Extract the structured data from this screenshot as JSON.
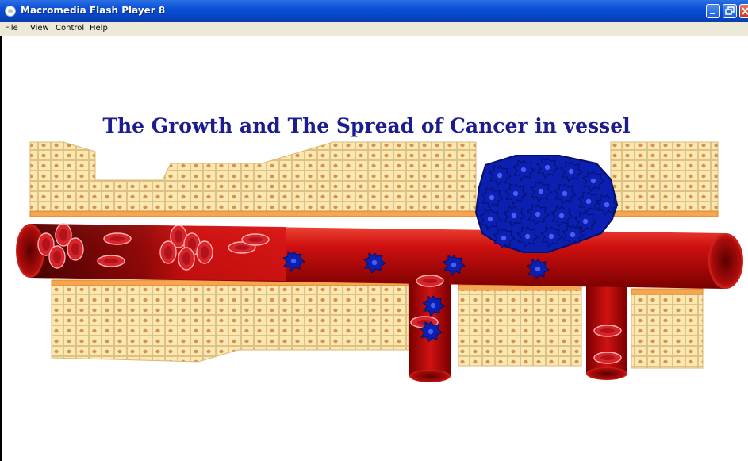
{
  "window": {
    "title": "Macromedia Flash Player 8",
    "controls": [
      "minimize",
      "restore",
      "close"
    ]
  },
  "menu": {
    "items": [
      {
        "label": "File"
      },
      {
        "label": "View"
      },
      {
        "label": "Control"
      },
      {
        "label": "Help"
      }
    ]
  },
  "stage": {
    "heading": "The Growth and The Spread of Cancer in vessel"
  },
  "colors": {
    "titlebar": "#0a4fd6",
    "menubar": "#ece9d8",
    "heading": "#1c1c8e",
    "tissue": "#fbe7b0",
    "vessel": "#cc1010",
    "tumor": "#0b1fb0"
  }
}
